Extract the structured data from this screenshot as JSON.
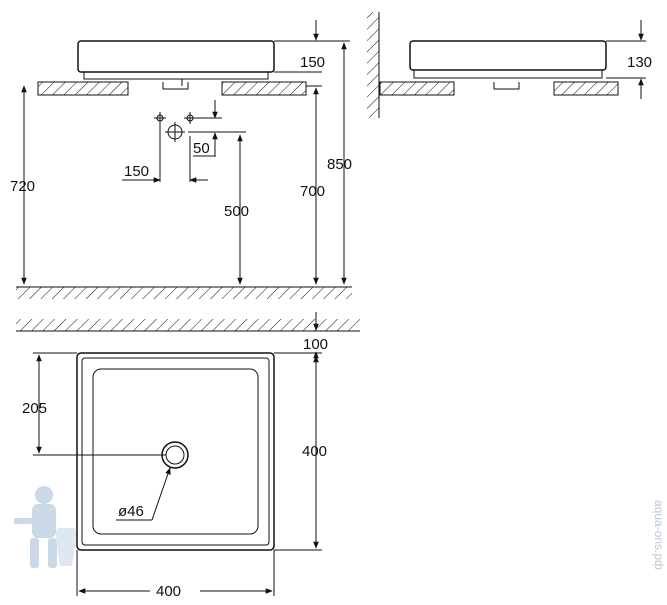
{
  "dimensions": {
    "front_height_basin": "150",
    "front_height_total": "850",
    "front_height_counter": "720",
    "front_height_tap": "700",
    "front_height_drain": "500",
    "front_offset_tap": "50",
    "front_offset_spacing": "150",
    "side_height_basin": "130",
    "top_offset": "100",
    "top_drain_offset": "205",
    "top_depth": "400",
    "top_width": "400",
    "drain_diameter": "ø46"
  },
  "watermark": "аqua-оns.рф",
  "colors": {
    "line": "#111111",
    "watermark": "#b8c8d8",
    "mascot": "#9fb9d6"
  },
  "icons": [
    "plumber-mascot-icon"
  ]
}
